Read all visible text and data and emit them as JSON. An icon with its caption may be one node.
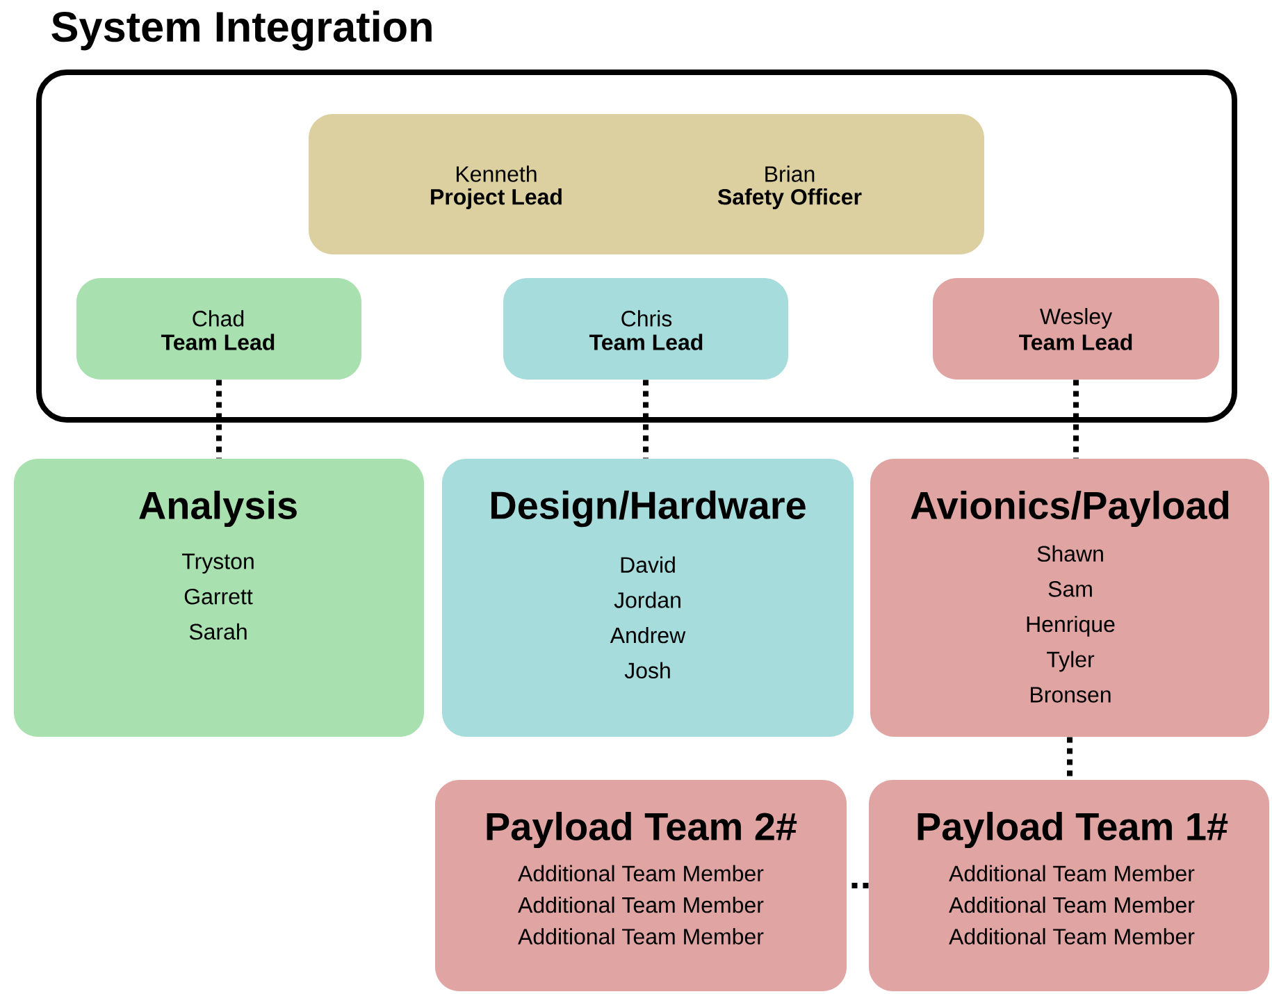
{
  "diagram": {
    "nodes": [
      {
        "text": [
          "System Integration"
        ]
      },
      {
        "text": [
          "Kenneth",
          "Project Lead",
          "Brian",
          "Safety Officer"
        ],
        "in": 0
      },
      {
        "text": [
          "Chad",
          "Team Lead"
        ],
        "in": 0
      },
      {
        "text": [
          "Chris",
          "Team Lead"
        ],
        "in": 0
      },
      {
        "text": [
          "Wesley",
          "Team Lead"
        ],
        "in": 0
      },
      {
        "text": [
          "Analysis",
          "Tryston Garrett Sarah"
        ]
      },
      {
        "text": [
          "Design/Hardware",
          "David Jordan Andrew Josh"
        ]
      },
      {
        "text": [
          "Avionics/Payload",
          "Shawn Sam Henrique Tyler Bronsen"
        ]
      },
      {
        "text": [
          "Payload Team 2#",
          "Additional Team Member Additional Team Member Additional Team Member"
        ]
      },
      {
        "text": [
          "Payload Team 1#",
          "Additional Team Member Additional Team Member Additional Team Member"
        ]
      }
    ],
    "edges": [
      {
        "from": 2,
        "to": 5,
        "arrow": "none",
        "style": "dashed"
      },
      {
        "from": 3,
        "to": 6,
        "arrow": "none",
        "style": "dashed"
      },
      {
        "from": 4,
        "to": 7,
        "arrow": "none",
        "style": "dashed"
      },
      {
        "from": 7,
        "to": 9,
        "arrow": "none",
        "style": "dashed"
      },
      {
        "from": 9,
        "to": 8,
        "arrow": "none",
        "style": "dashed"
      }
    ]
  }
}
